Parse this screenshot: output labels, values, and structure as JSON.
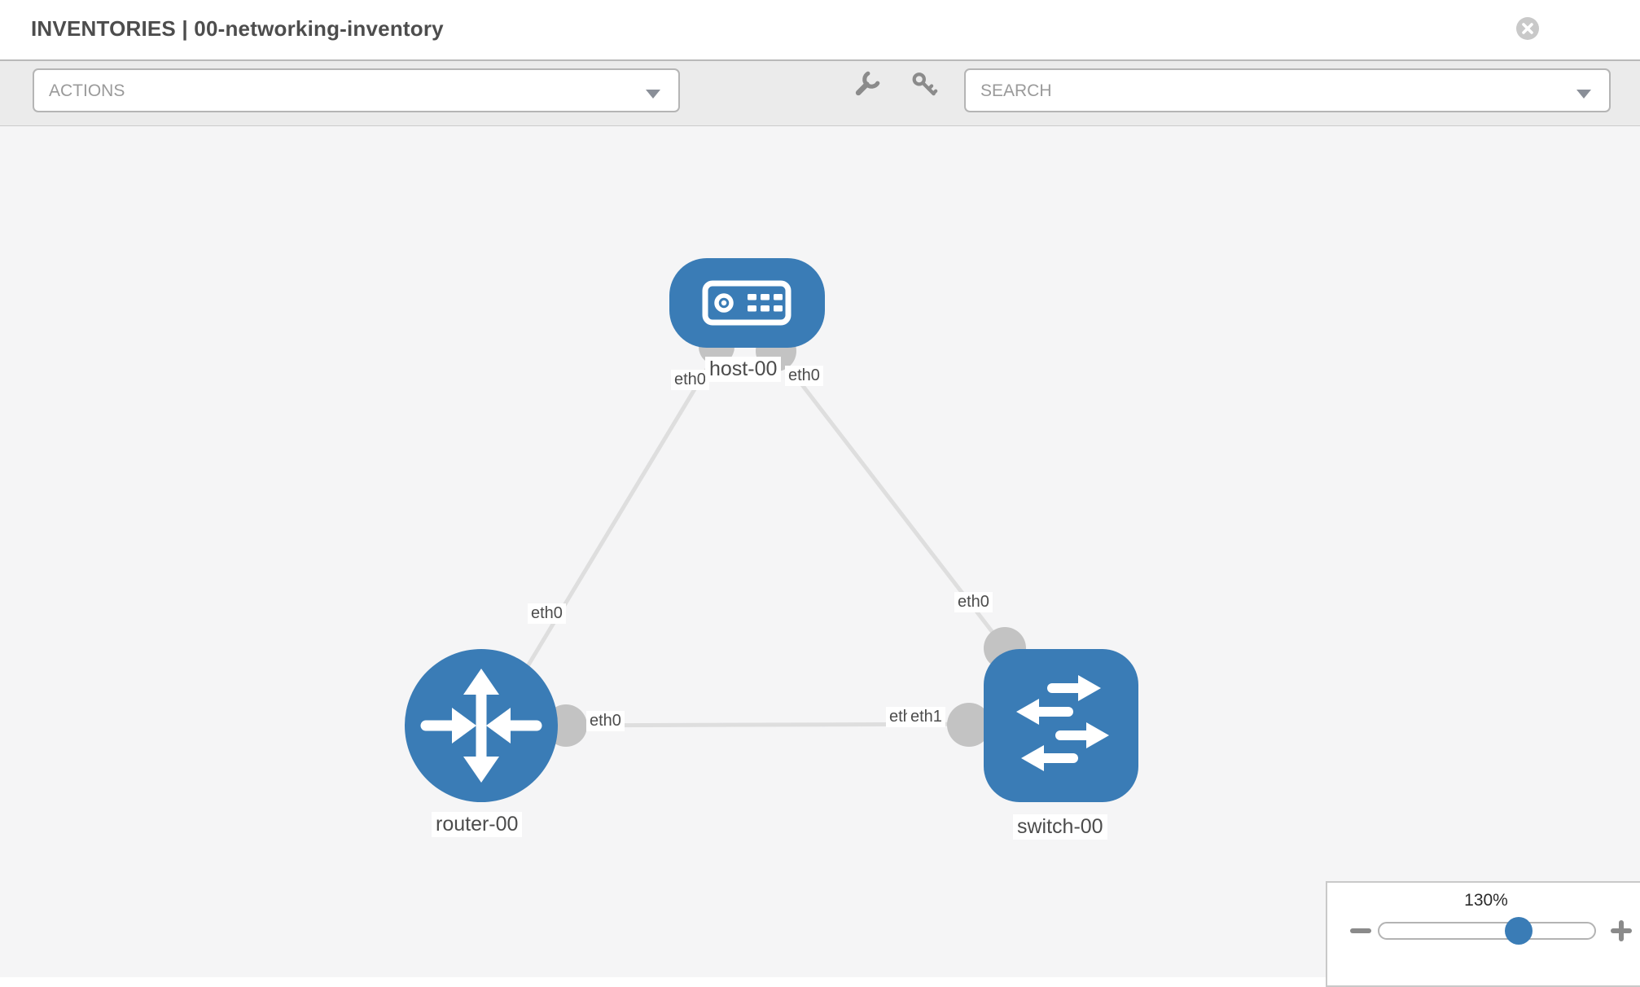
{
  "header": {
    "title": "INVENTORIES | 00-networking-inventory"
  },
  "toolbar": {
    "actions_label": "ACTIONS",
    "search_label": "SEARCH"
  },
  "colors": {
    "node_blue": "#3a7cb6",
    "link_gray": "#dedede",
    "endpoint_gray": "#c3c3c3",
    "icon_gray": "#8b8b8b"
  },
  "topology": {
    "nodes": [
      {
        "id": "host-00",
        "label": "host-00",
        "type": "host"
      },
      {
        "id": "router-00",
        "label": "router-00",
        "type": "router"
      },
      {
        "id": "switch-00",
        "label": "switch-00",
        "type": "switch"
      }
    ],
    "links": [
      {
        "source": "host-00",
        "target": "router-00",
        "source_port": "eth0",
        "target_port": "eth0"
      },
      {
        "source": "host-00",
        "target": "switch-00",
        "source_port": "eth0",
        "target_port": "eth0"
      },
      {
        "source": "router-00",
        "target": "switch-00",
        "source_port": "eth0",
        "target_port": "eth1",
        "target_port_overlapped": "eth0"
      }
    ]
  },
  "zoom_control": {
    "value": "130%"
  }
}
